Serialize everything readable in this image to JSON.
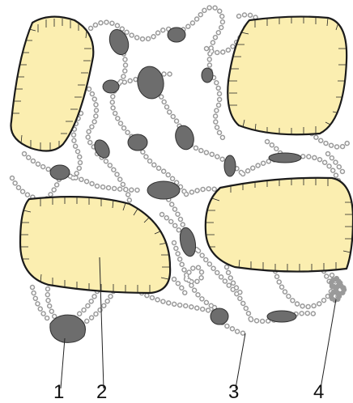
{
  "callouts": [
    {
      "id": "1",
      "label": "1"
    },
    {
      "id": "2",
      "label": "2"
    },
    {
      "id": "3",
      "label": "3"
    },
    {
      "id": "4",
      "label": "4"
    }
  ],
  "colors": {
    "crystallite_fill": "#fbeeb0",
    "crystallite_outline": "#1b1b1b",
    "filler_fill": "#6d6d6d",
    "chain_outline": "#9a9a9a"
  }
}
